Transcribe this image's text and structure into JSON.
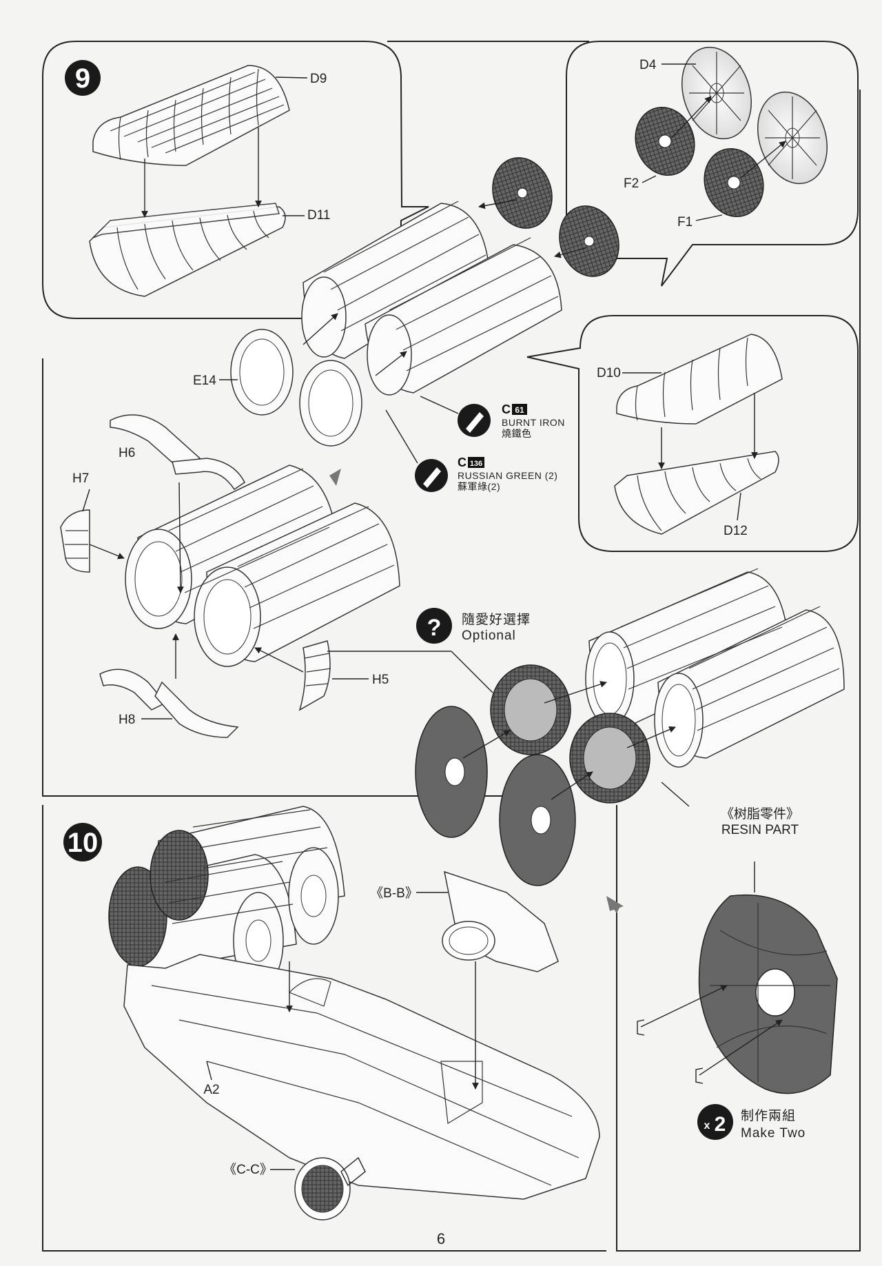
{
  "page_number": "6",
  "step9": {
    "number": "9",
    "labels": {
      "d9": "D9",
      "d11": "D11",
      "d4": "D4",
      "f2": "F2",
      "f1": "F1",
      "e14": "E14",
      "d10": "D10",
      "d12": "D12",
      "h5": "H5",
      "h6": "H6",
      "h7": "H7",
      "h8": "H8"
    },
    "paint1": {
      "code": "C",
      "number": "61",
      "name_en": "BURNT IRON",
      "name_zh": "燒鐵色"
    },
    "paint2": {
      "code": "C",
      "number": "136",
      "name_en": "RUSSIAN GREEN (2)",
      "name_zh": "蘇軍綠(2)"
    },
    "optional": {
      "icon": "?",
      "zh": "隨愛好選擇",
      "en": "Optional"
    },
    "resin": {
      "zh": "《树脂零件》",
      "en": "RESIN PART"
    },
    "make_two": {
      "badge_x": "x",
      "badge_n": "2",
      "zh": "制作兩組",
      "en": "Make Two"
    }
  },
  "step10": {
    "number": "10",
    "labels": {
      "bb": "《B-B》",
      "cc": "《C-C》",
      "a2": "A2"
    }
  },
  "icons": [
    "brush-icon",
    "question-icon",
    "arrow-icon"
  ]
}
